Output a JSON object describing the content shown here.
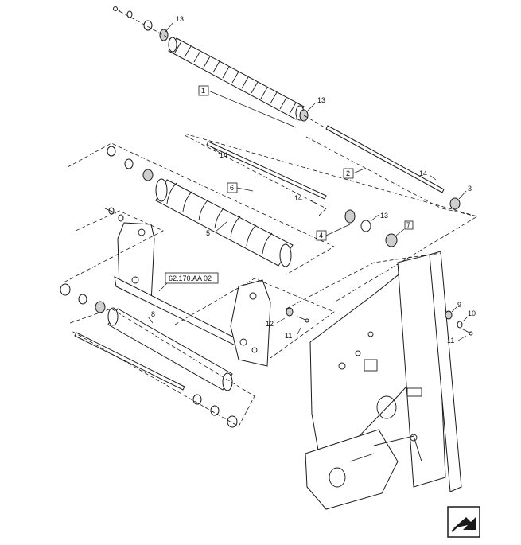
{
  "callouts": {
    "c1": "1",
    "c2": "2",
    "c3": "3",
    "c4": "4",
    "c5": "5",
    "c6": "6",
    "c7": "7",
    "c8": "8",
    "c9": "9",
    "c10": "10",
    "c11a": "11",
    "c11b": "11",
    "c12": "12",
    "c13a": "13",
    "c13b": "13",
    "c13c": "13",
    "c14a": "14",
    "c14b": "14",
    "c14c": "14"
  },
  "reference_label": "62.170.AA 02",
  "navigation_icon": "page-turn-arrow-icon"
}
